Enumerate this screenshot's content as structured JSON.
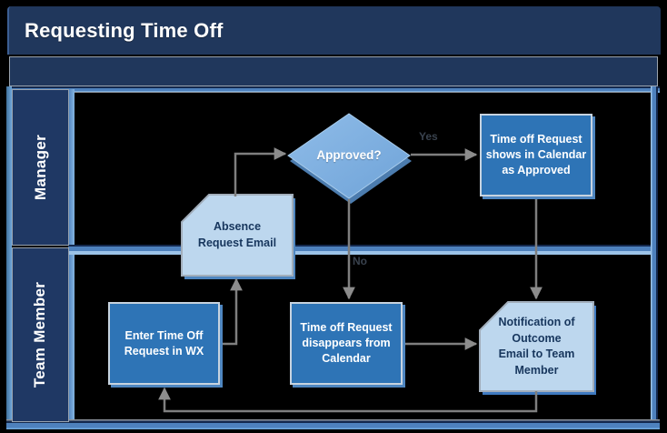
{
  "title": "Requesting Time Off",
  "lanes": [
    {
      "label": "Manager"
    },
    {
      "label": "Team Member"
    }
  ],
  "nodes": {
    "enter_request": {
      "label": "Enter Time Off\nRequest in WX",
      "type": "process",
      "lane": "Team Member"
    },
    "absence_email": {
      "label": "Absence\nRequest Email",
      "type": "card",
      "lane": "Manager"
    },
    "approved": {
      "label": "Approved?",
      "type": "decision",
      "lane": "Manager"
    },
    "shows_calendar": {
      "label": "Time off Request\nshows in Calendar\nas Approved",
      "type": "process",
      "lane": "Manager"
    },
    "disappears_calendar": {
      "label": "Time off Request\ndisappears from\nCalendar",
      "type": "process",
      "lane": "Team Member"
    },
    "notification": {
      "label": "Notification of\nOutcome\nEmail to Team\nMember",
      "type": "card",
      "lane": "Team Member"
    }
  },
  "edge_labels": {
    "yes": "Yes",
    "no": "No"
  },
  "edges": [
    {
      "from": "enter_request",
      "to": "absence_email",
      "label": ""
    },
    {
      "from": "absence_email",
      "to": "approved",
      "label": ""
    },
    {
      "from": "approved",
      "to": "shows_calendar",
      "label": "Yes"
    },
    {
      "from": "approved",
      "to": "disappears_calendar",
      "label": "No"
    },
    {
      "from": "shows_calendar",
      "to": "notification",
      "label": ""
    },
    {
      "from": "disappears_calendar",
      "to": "notification",
      "label": ""
    },
    {
      "from": "notification",
      "to": "enter_request",
      "label": ""
    }
  ],
  "colors": {
    "header_navy": "#20375C",
    "lane_navy": "#1F3864",
    "process_fill": "#2E74B6",
    "card_fill": "#BDD7EE",
    "diamond_fill": "#79ACDF",
    "frame_blue": "#4E81BD",
    "frame_light": "#9CC3E8",
    "arrow_gray": "#7F7F7F",
    "text_dark": "#17365D"
  }
}
